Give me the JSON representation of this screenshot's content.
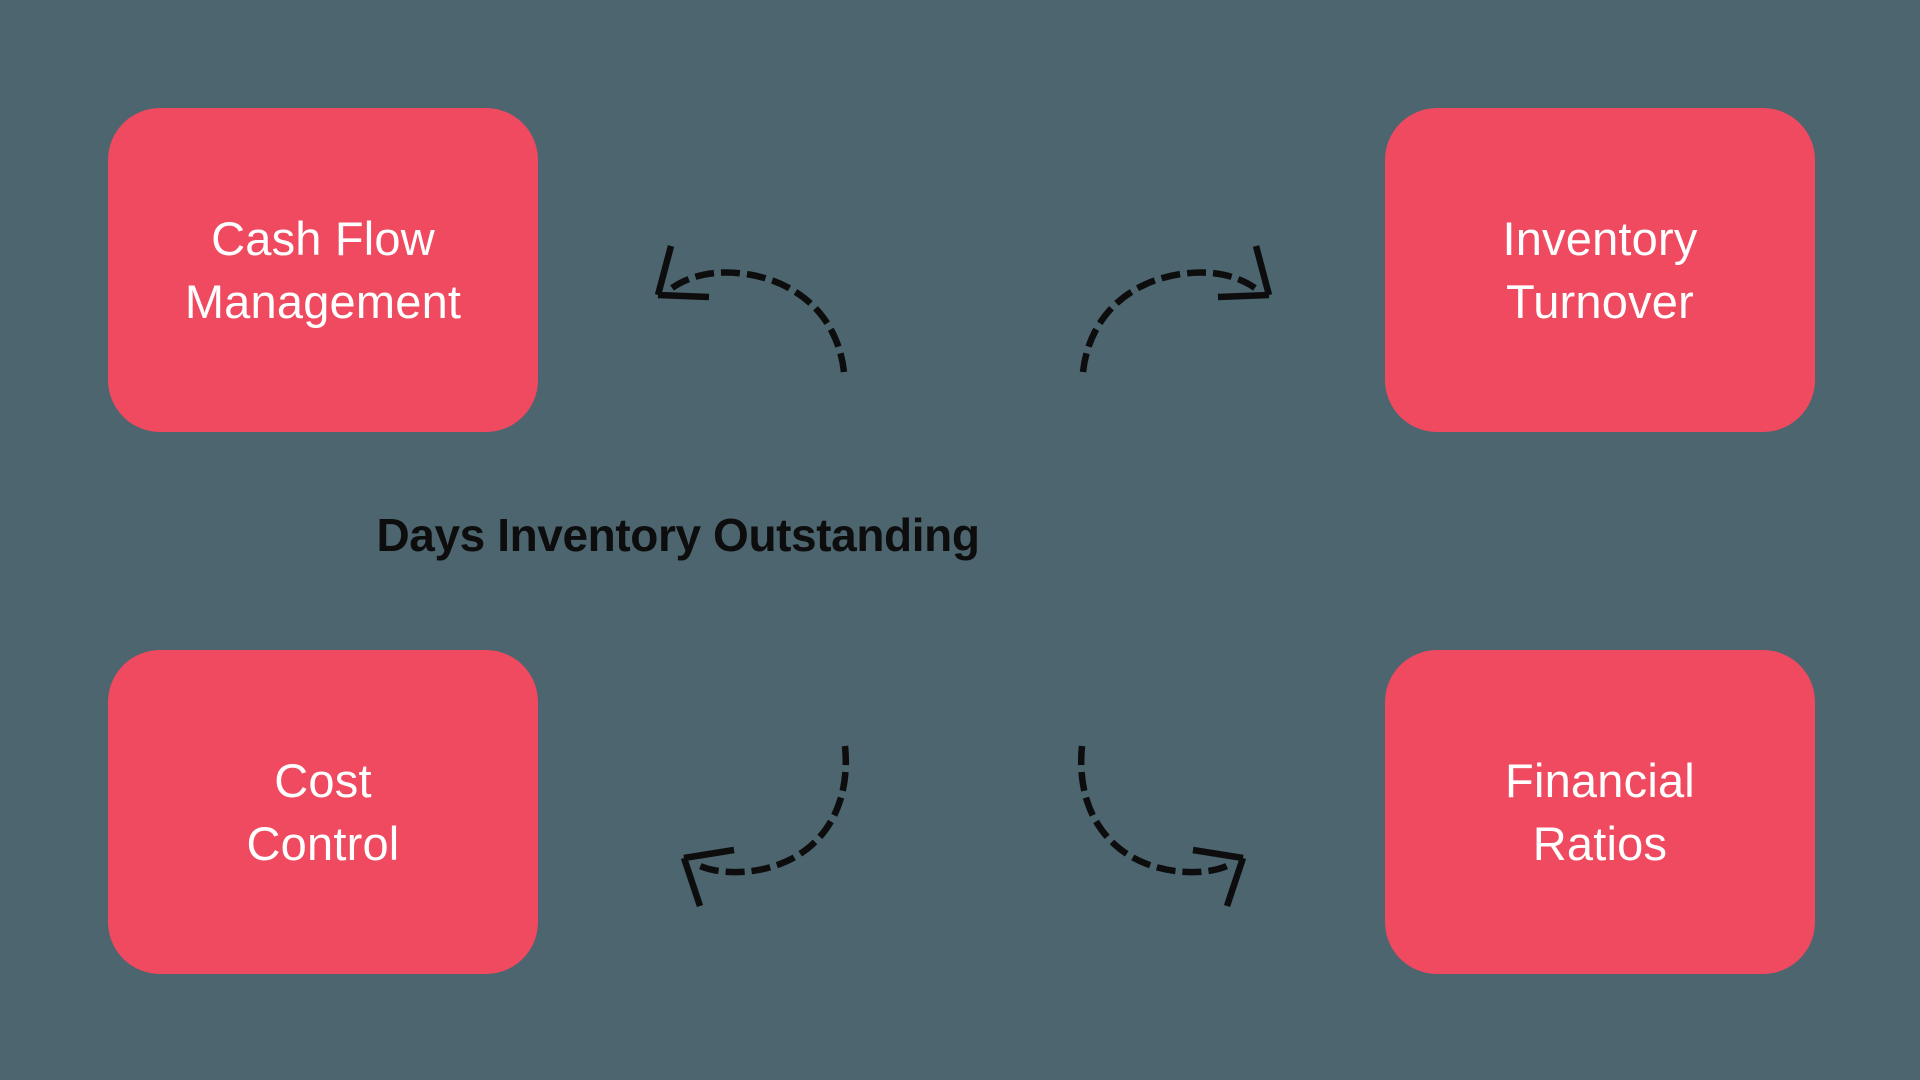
{
  "diagram": {
    "title": "Days Inventory Outstanding",
    "background_color": "#4C656E",
    "node_color": "#EF4A5F",
    "node_text_color": "#FFFFFF",
    "title_color": "#0D0D0D",
    "arrow_color": "#0D0D0D",
    "nodes": [
      {
        "id": "cash-flow-management",
        "label": "Cash Flow\nManagement",
        "position": "top-left"
      },
      {
        "id": "inventory-turnover",
        "label": "Inventory\nTurnover",
        "position": "top-right"
      },
      {
        "id": "cost-control",
        "label": "Cost\nControl",
        "position": "bottom-left"
      },
      {
        "id": "financial-ratios",
        "label": "Financial\nRatios",
        "position": "bottom-right"
      }
    ],
    "connectors": [
      {
        "id": "arrow-to-cash-flow-management",
        "style": "dashed-curved-arrow",
        "from": "center",
        "to": "cash-flow-management",
        "direction": "up-left"
      },
      {
        "id": "arrow-to-inventory-turnover",
        "style": "dashed-curved-arrow",
        "from": "center",
        "to": "inventory-turnover",
        "direction": "up-right"
      },
      {
        "id": "arrow-to-cost-control",
        "style": "dashed-curved-arrow",
        "from": "center",
        "to": "cost-control",
        "direction": "down-left"
      },
      {
        "id": "arrow-to-financial-ratios",
        "style": "dashed-curved-arrow",
        "from": "center",
        "to": "financial-ratios",
        "direction": "down-right"
      }
    ]
  }
}
